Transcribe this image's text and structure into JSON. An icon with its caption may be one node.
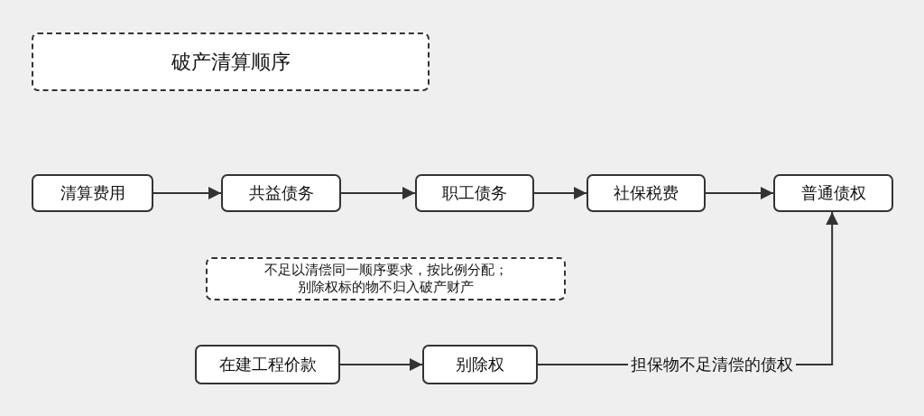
{
  "diagram": {
    "nodes": [
      {
        "text": [
          "破产清算顺序"
        ]
      },
      {
        "text": [
          "清算费用"
        ]
      },
      {
        "text": [
          "共益债务"
        ]
      },
      {
        "text": [
          "职工债务"
        ]
      },
      {
        "text": [
          "社保税费"
        ]
      },
      {
        "text": [
          "普通债权"
        ]
      },
      {
        "text": [
          "不足以清偿同一顺序要求，按比例分配；别除权标的物不归入破产财产"
        ]
      },
      {
        "text": [
          "在建工程价款"
        ]
      },
      {
        "text": [
          "别除权"
        ]
      }
    ],
    "edges": [
      {
        "from": 1,
        "to": 2,
        "arrow": "to"
      },
      {
        "from": 2,
        "to": 3,
        "arrow": "to"
      },
      {
        "from": 3,
        "to": 4,
        "arrow": "to"
      },
      {
        "from": 4,
        "to": 5,
        "arrow": "to"
      },
      {
        "from": 7,
        "to": 8,
        "arrow": "to"
      },
      {
        "from": 8,
        "to": 5,
        "arrow": "to",
        "label": "担保物不足清偿的债权"
      }
    ]
  }
}
